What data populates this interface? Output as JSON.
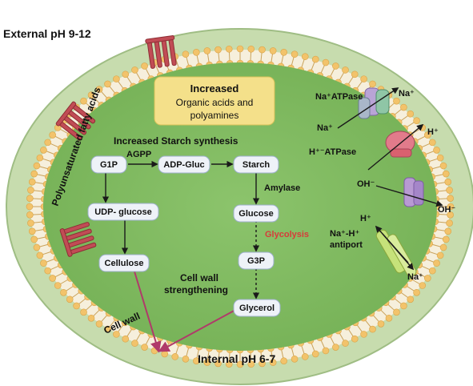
{
  "labels": {
    "external_ph": "External pH  9-12",
    "internal_ph": "Internal pH 6-7",
    "increased_title": "Increased",
    "increased_line2": "Organic acids and",
    "increased_line3": "polyamines",
    "fatty_acids": "Polyunsaturated fatty acids",
    "starch_synthesis": "Increased Starch synthesis",
    "agpp": "AGPP",
    "amylase": "Amylase",
    "glycolysis": "Glycolysis",
    "cell_wall_strengthening_1": "Cell wall",
    "cell_wall_strengthening_2": "strengthening",
    "cell_wall": "Cell wall",
    "na_atpase": "Na⁺ATPase",
    "na_in": "Na⁺",
    "na_out": "Na⁺",
    "h_atpase": "H⁺⁻ATPase",
    "h_out": "H⁺",
    "oh_in": "OH⁻",
    "oh_out": "OH⁻",
    "h_in_antiport": "H⁺",
    "antiport_1": "Na⁺-H⁺",
    "antiport_2": "antiport",
    "na_antiport_out": "Na⁺"
  },
  "nodes": {
    "g1p": "G1P",
    "adp_gluc": "ADP-Gluc",
    "starch": "Starch",
    "udp_glucose": "UDP- glucose",
    "glucose": "Glucose",
    "cellulose": "Cellulose",
    "g3p": "G3P",
    "glycerol": "Glycerol"
  },
  "colors": {
    "membrane_outer": "#c7dcae",
    "membrane_head": "#f2c36b",
    "cytoplasm": "#7fba5f",
    "glycolysis": "#d83a3a",
    "cell_wall_arrow": "#b03a6a",
    "info_box": "#f4e08a"
  }
}
